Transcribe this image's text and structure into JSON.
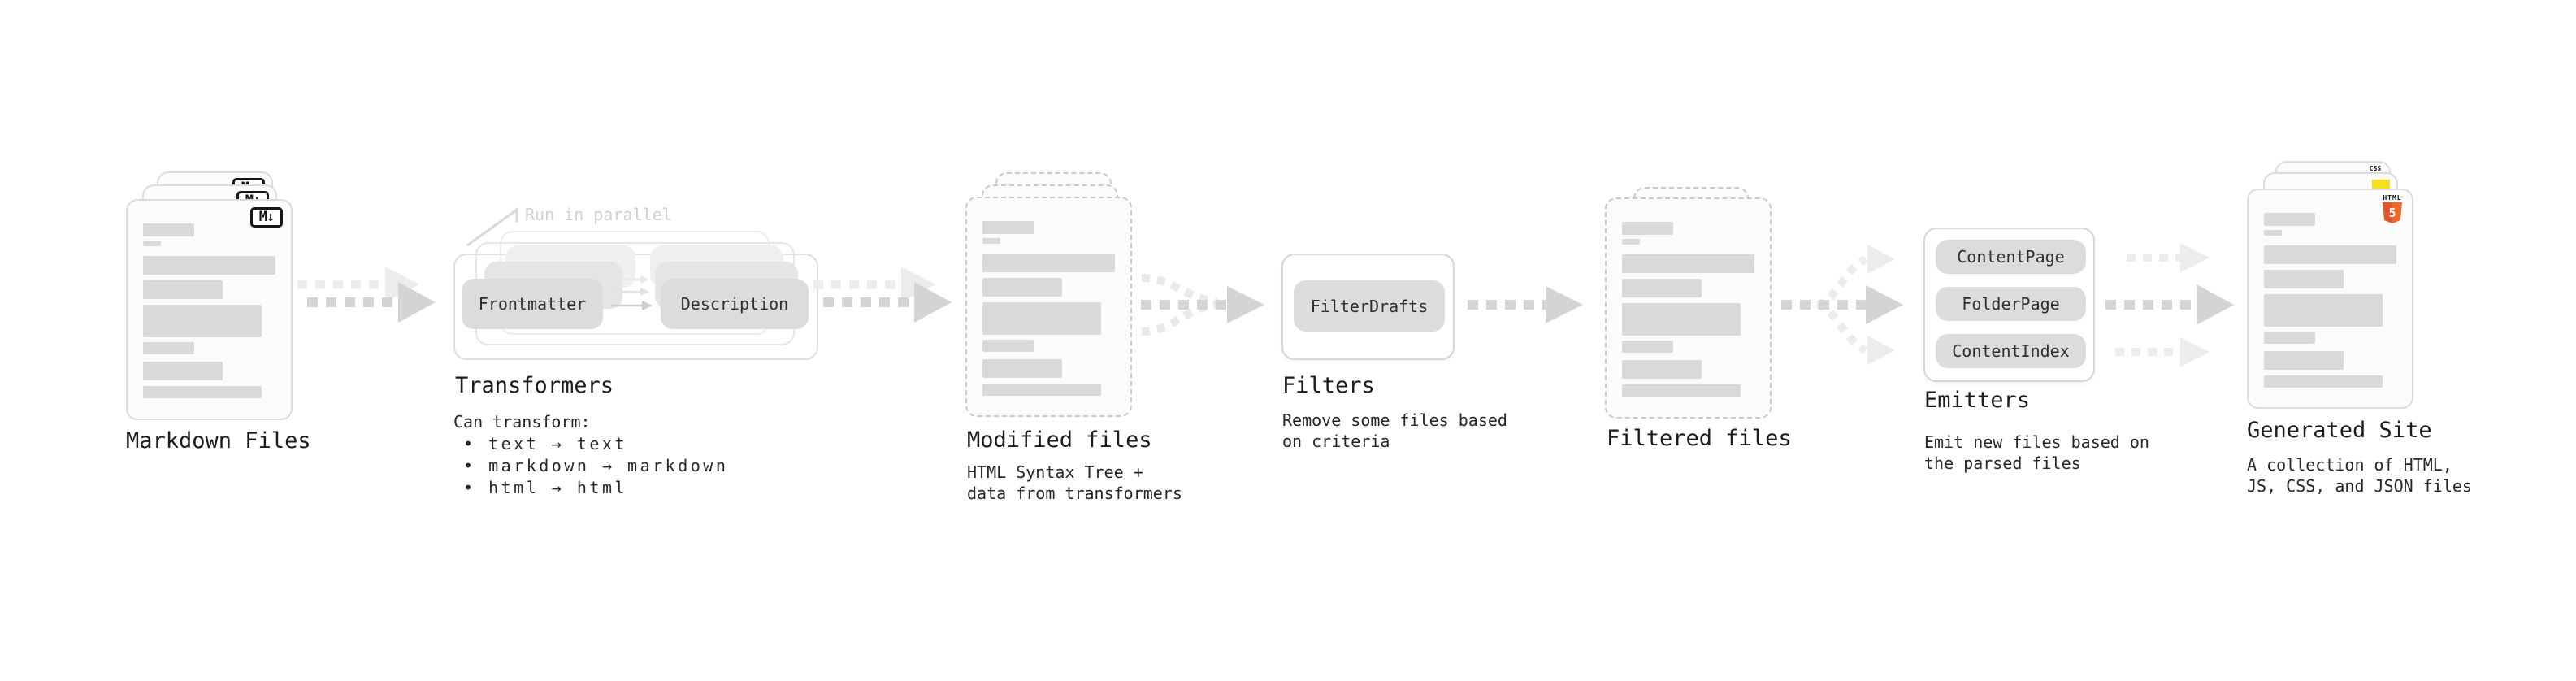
{
  "markdown_files": {
    "label": "Markdown Files",
    "icon": "M↓"
  },
  "transformers": {
    "label": "Transformers",
    "annotation": "Run in parallel",
    "pill_left": "Frontmatter",
    "pill_right": "Description",
    "note_title": "Can transform:",
    "bullets": [
      "• text → text",
      "• markdown → markdown",
      "• html → html"
    ]
  },
  "modified_files": {
    "label": "Modified files",
    "note_lines": [
      "HTML Syntax Tree +",
      "data from transformers"
    ]
  },
  "filters": {
    "label": "Filters",
    "pill": "FilterDrafts",
    "note_lines": [
      "Remove some files based",
      "on criteria"
    ]
  },
  "filtered_files": {
    "label": "Filtered files"
  },
  "emitters": {
    "label": "Emitters",
    "pills": [
      "ContentPage",
      "FolderPage",
      "ContentIndex"
    ],
    "note_lines": [
      "Emit new files based on",
      "the parsed files"
    ]
  },
  "generated_site": {
    "label": "Generated Site",
    "note_lines": [
      "A collection of HTML,",
      "JS, CSS, and JSON files"
    ],
    "badges": {
      "html_text": "HTML",
      "html_number": "5",
      "css_text": "CSS"
    }
  },
  "colors": {
    "html_orange": "#e4552d",
    "js_yellow": "#f6df1d",
    "css_blue": "#2e6be8",
    "placeholder_gray": "#d9d9d9",
    "arrow_dark": "#d4d4d4",
    "arrow_light": "#ececec"
  }
}
